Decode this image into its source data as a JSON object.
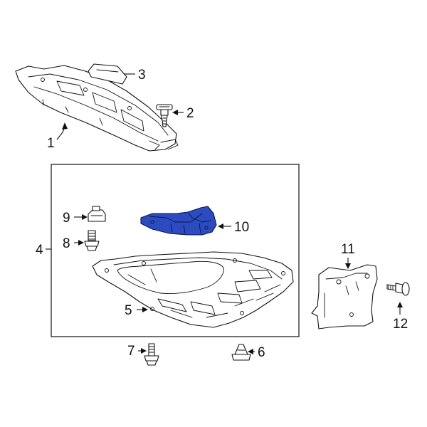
{
  "diagram": {
    "highlight_color": "#2c4bbf",
    "callouts": {
      "c1": "1",
      "c2": "2",
      "c3": "3",
      "c4": "4",
      "c5": "5",
      "c6": "6",
      "c7": "7",
      "c8": "8",
      "c9": "9",
      "c10": "10",
      "c11": "11",
      "c12": "12"
    }
  }
}
